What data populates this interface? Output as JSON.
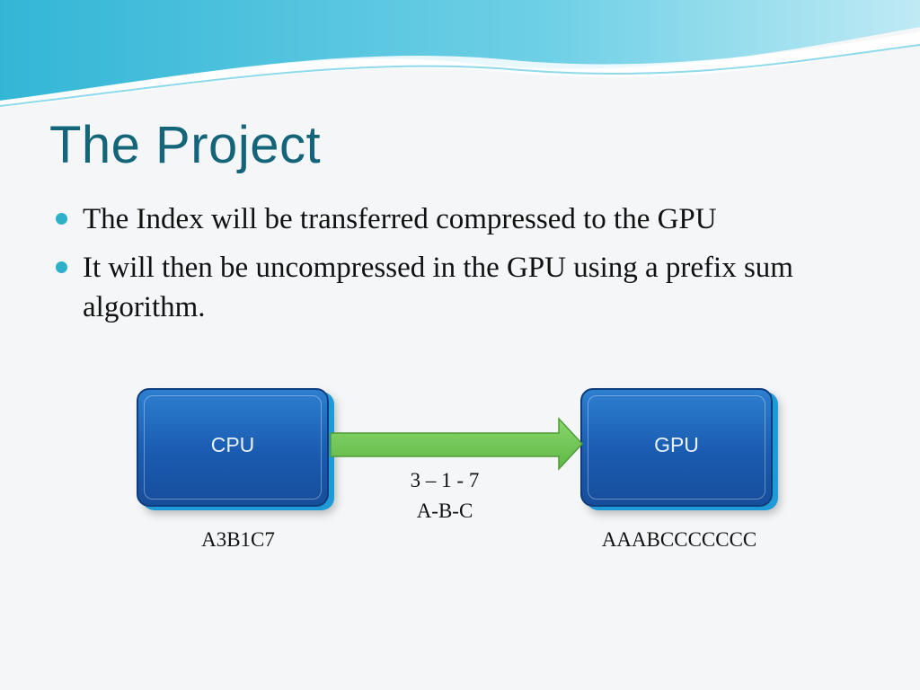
{
  "slide": {
    "title": "The Project",
    "bullets": [
      "The Index will be transferred compressed to the GPU",
      "It will then be uncompressed in the GPU using a prefix sum algorithm."
    ]
  },
  "diagram": {
    "source_box": {
      "label": "CPU",
      "caption": "A3B1C7"
    },
    "target_box": {
      "label": "GPU",
      "caption": "AAABCCCCCCC"
    },
    "arrow": {
      "line1": "3 – 1 - 7",
      "line2": "A-B-C"
    }
  },
  "colors": {
    "title": "#15657a",
    "bullet": "#2eb0c9",
    "box": "#1a5bb0",
    "arrow": "#76c85a"
  }
}
